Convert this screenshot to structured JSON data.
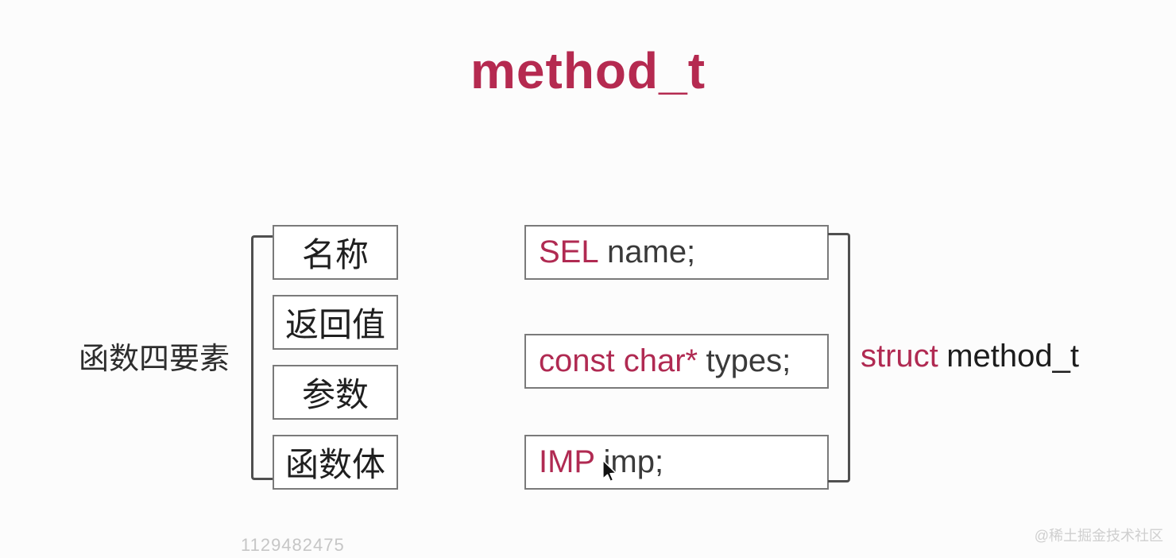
{
  "title": "method_t",
  "left_panel": {
    "caption": "函数四要素",
    "boxes": [
      "名称",
      "返回值",
      "参数",
      "函数体"
    ]
  },
  "right_panel": {
    "boxes": [
      {
        "keyword": "SEL",
        "rest": "name;"
      },
      {
        "keyword": "const char*",
        "rest": "types;"
      },
      {
        "keyword": "IMP",
        "rest": "imp;"
      }
    ],
    "struct_label": {
      "keyword": "struct",
      "rest": "method_t"
    }
  },
  "footer": {
    "gray_number": "1129482475",
    "watermark": "@稀土掘金技术社区"
  },
  "colors": {
    "accent_crimson": "#b02a52",
    "title_crimson": "#b52a50",
    "text_dark": "#3a3a3a",
    "box_border_gray": "#7a7a7a",
    "bracket_gray": "#4f4f4f",
    "watermark_gray": "#cfcfcf",
    "background": "#fcfcfc"
  }
}
